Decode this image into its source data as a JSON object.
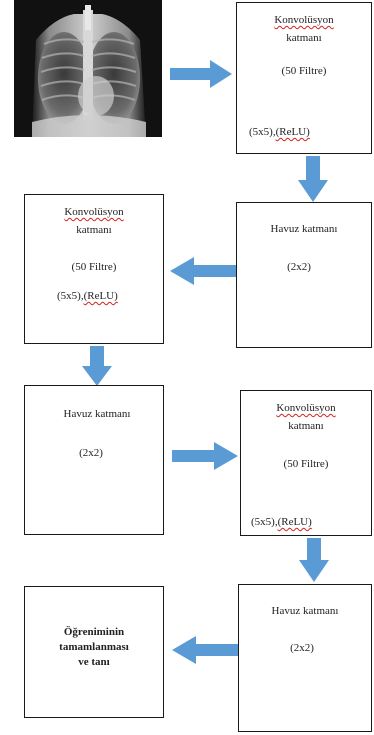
{
  "accent_color": "#5b9bd5",
  "image": {
    "icon": "chest-xray-image"
  },
  "conv1": {
    "title": "Konvolüsyon",
    "subtitle": "katmanı",
    "filters": "(50 Filtre)",
    "kernel": "(5x5),",
    "activation": "(ReLU)"
  },
  "pool1": {
    "title": "Havuz katmanı",
    "size": "(2x2)"
  },
  "conv2": {
    "title": "Konvolüsyon",
    "subtitle": "katmanı",
    "filters": "(50 Filtre)",
    "kernel": "(5x5),",
    "activation": "(ReLU)"
  },
  "pool2": {
    "title": "Havuz katmanı",
    "size": "(2x2)"
  },
  "conv3": {
    "title": "Konvolüsyon",
    "subtitle": "katmanı",
    "filters": "(50 Filtre)",
    "kernel": "(5x5),",
    "activation": "(ReLU)"
  },
  "pool3": {
    "title": "Havuz katmanı",
    "size": "(2x2)"
  },
  "output": {
    "line1": "Öğreniminin",
    "line2": "tamamlanması",
    "line3": "ve tanı"
  }
}
